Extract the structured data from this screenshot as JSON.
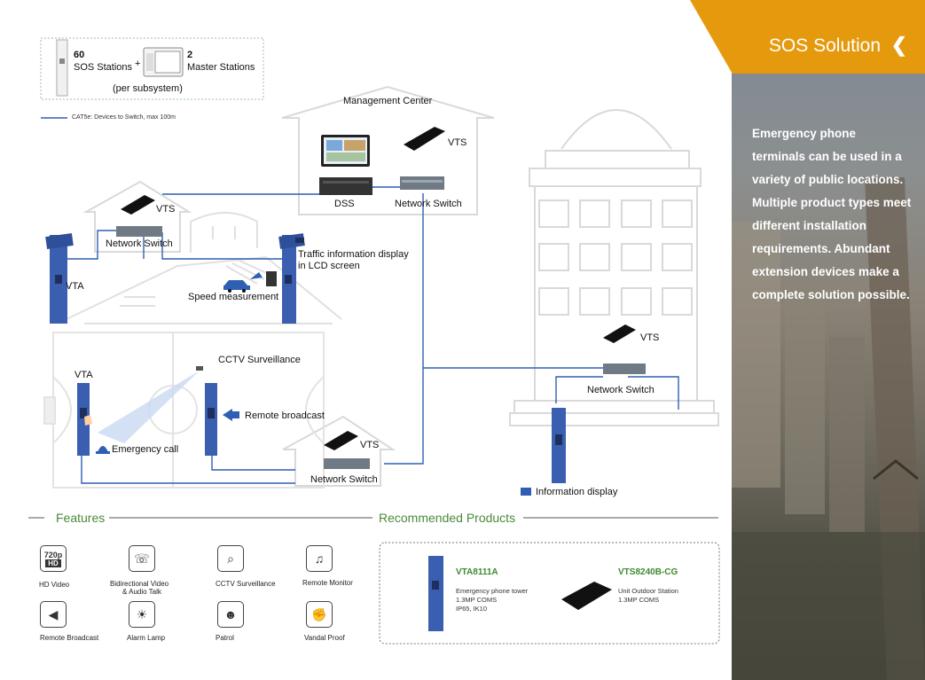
{
  "legend": {
    "sos_count": "60",
    "sos_label": "SOS Stations",
    "plus": "+",
    "master_count": "2",
    "master_label": "Master Stations",
    "per_subsystem": "(per subsystem)",
    "cable_note": "CAT5e: Devices to Switch, max 100m"
  },
  "banner": {
    "title": "SOS Solution",
    "chevron": "❮"
  },
  "sidebar": {
    "description": "Emergency phone terminals can be used in a variety of public locations. Multiple product types meet different installation requirements. Abundant extension devices make a complete solution possible."
  },
  "diagram": {
    "management_center": "Management Center",
    "dss": "DSS",
    "vts": "VTS",
    "network_switch": "Network Switch",
    "vta": "VTA",
    "traffic_display": "Traffic information display",
    "traffic_display_2": "in LCD screen",
    "speed_measurement": "Speed measurement",
    "cctv_surveillance": "CCTV Surveillance",
    "remote_broadcast": "Remote broadcast",
    "emergency_call": "Emergency call",
    "information_display": "Information display"
  },
  "features": {
    "title": "Features",
    "items": [
      {
        "label": "HD Video",
        "icon": "hd-video-icon"
      },
      {
        "label": "Bidirectional Video",
        "label2": "& Audio Talk",
        "icon": "phone-icon"
      },
      {
        "label": "CCTV Surveillance",
        "icon": "cctv-icon"
      },
      {
        "label": "Remote Monitor",
        "icon": "headset-icon"
      },
      {
        "label": "Remote Broadcast",
        "icon": "megaphone-icon"
      },
      {
        "label": "Alarm Lamp",
        "icon": "alarm-lamp-icon"
      },
      {
        "label": "Patrol",
        "icon": "patrol-icon"
      },
      {
        "label": "Vandal Proof",
        "icon": "vandal-proof-icon"
      }
    ],
    "hd_badge_top": "720p",
    "hd_badge_bottom": "HD"
  },
  "products": {
    "title": "Recommended Products",
    "items": [
      {
        "name": "VTA8111A",
        "desc1": "Emergency phone tower",
        "desc2": "1.3MP COMS",
        "desc3": "IP65, IK10"
      },
      {
        "name": "VTS8240B-CG",
        "desc1": "Unit Outdoor Station",
        "desc2": "1.3MP COMS"
      }
    ]
  },
  "colors": {
    "accent_orange": "#e59a0e",
    "link_blue": "#2f5fb3",
    "feature_green": "#4a8a3a",
    "device_blue": "#3b5fb0"
  }
}
